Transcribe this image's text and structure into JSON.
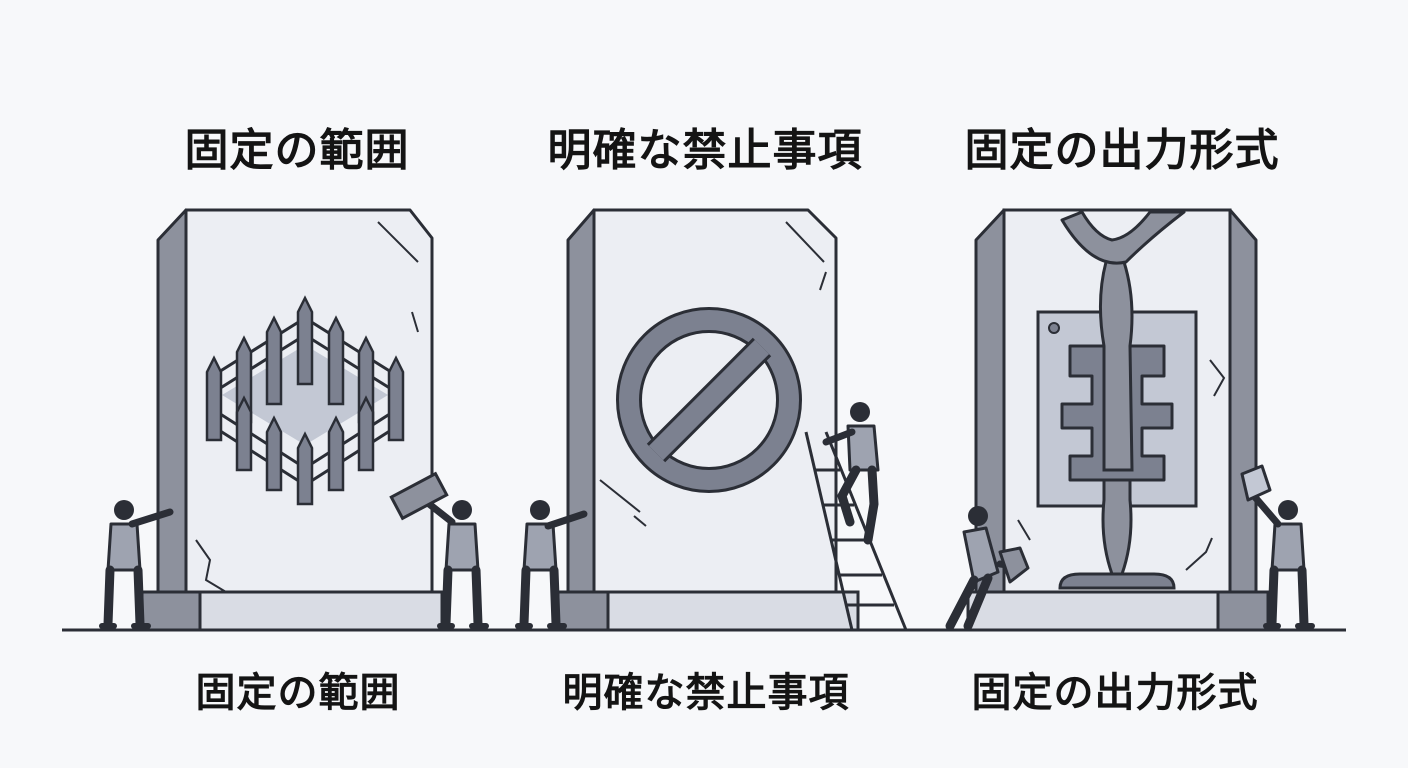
{
  "panels": [
    {
      "top_label": "固定の範囲",
      "bottom_label": "固定の範囲",
      "icon": "fence-enclosure-icon"
    },
    {
      "top_label": "明確な禁止事項",
      "bottom_label": "明確な禁止事項",
      "icon": "prohibition-icon"
    },
    {
      "top_label": "固定の出力形式",
      "bottom_label": "固定の出力形式",
      "icon": "casting-mold-icon"
    }
  ],
  "colors": {
    "outline": "#2b2e36",
    "slab_face": "#eceef3",
    "slab_side": "#8d919d",
    "accent": "#7c8190",
    "light_fill": "#c3c8d4",
    "background": "#f7f8fa"
  }
}
